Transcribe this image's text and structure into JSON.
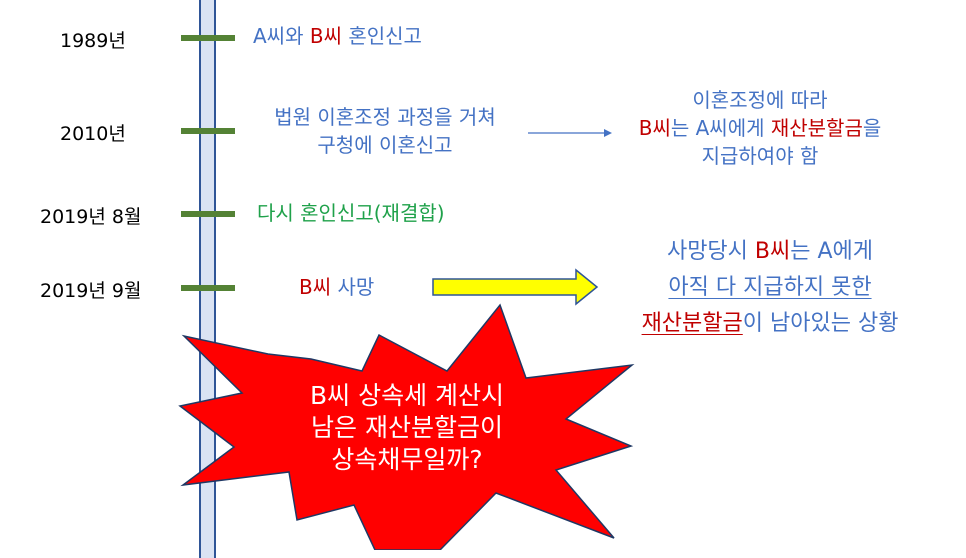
{
  "colors": {
    "blue": "#4472C4",
    "red": "#C00000",
    "green": "#1FA14A",
    "tick": "#548235",
    "arrow_fill": "#FFFF00",
    "burst_fill": "#FF0000"
  },
  "timeline": [
    {
      "date": "1989년",
      "event": {
        "a": "A씨와 ",
        "b": "B씨",
        "c": " 혼인신고"
      }
    },
    {
      "date": "2010년",
      "event": {
        "line1": "법원 이혼조정 과정을 거쳐",
        "line2": "구청에 이혼신고"
      }
    },
    {
      "date": "2019년 8월",
      "event": {
        "text": "다시 혼인신고(재결합)"
      }
    },
    {
      "date": "2019년 9월",
      "event": {
        "a": "B씨",
        "b": " 사망"
      }
    }
  ],
  "note_2010": {
    "line1": "이혼조정에 따라",
    "line2_a": "B씨",
    "line2_b": "는 A씨에게 ",
    "line2_c": "재산분할금",
    "line2_d": "을",
    "line3": "지급하여야 함"
  },
  "note_2019": {
    "line1_a": "사망당시 ",
    "line1_b": "B씨",
    "line1_c": "는 A에게",
    "line2": "아직 다 지급하지 못한",
    "line3_a": "재산분할금",
    "line3_b": "이 남아있는 상황"
  },
  "burst": {
    "line1": "B씨 상속세 계산시",
    "line2": "남은 재산분할금이",
    "line3": "상속채무일까?"
  }
}
